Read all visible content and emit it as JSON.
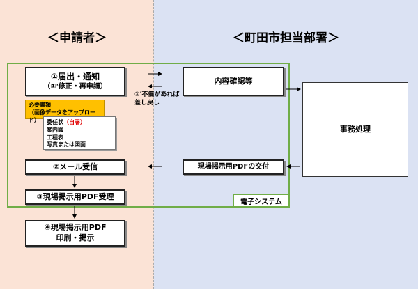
{
  "lanes": {
    "applicant": "＜申請者＞",
    "city": "＜町田市担当部署＞"
  },
  "steps": {
    "step1_title": "①届出・通知",
    "step1_sub": "（①'修正・再申請）",
    "step2": "②メール受信",
    "step3": "③現場掲示用PDF受理",
    "step4_line1": "④現場掲示用PDF",
    "step4_line2": "印刷・掲示"
  },
  "documents": {
    "title": "必要書類",
    "subtitle": "（画像データをアップロード）",
    "item1_prefix": "委任状",
    "item1_note": "（自署）",
    "item2": "案内図",
    "item3": "工程表",
    "item4": "写真または図面"
  },
  "city_boxes": {
    "review": "内容確認等",
    "pdf_issue": "現場掲示用PDFの交付",
    "processing": "事務処理"
  },
  "return_note": {
    "line1": "①'不備があれば",
    "line2": "差し戻し"
  },
  "system_label": "電子システム",
  "colors": {
    "applicant_lane": "#fbe3d6",
    "city_lane": "#dbe2f3",
    "system_frame": "#70ad47",
    "documents_highlight": "#ffc000",
    "signature_note": "#e00000"
  }
}
